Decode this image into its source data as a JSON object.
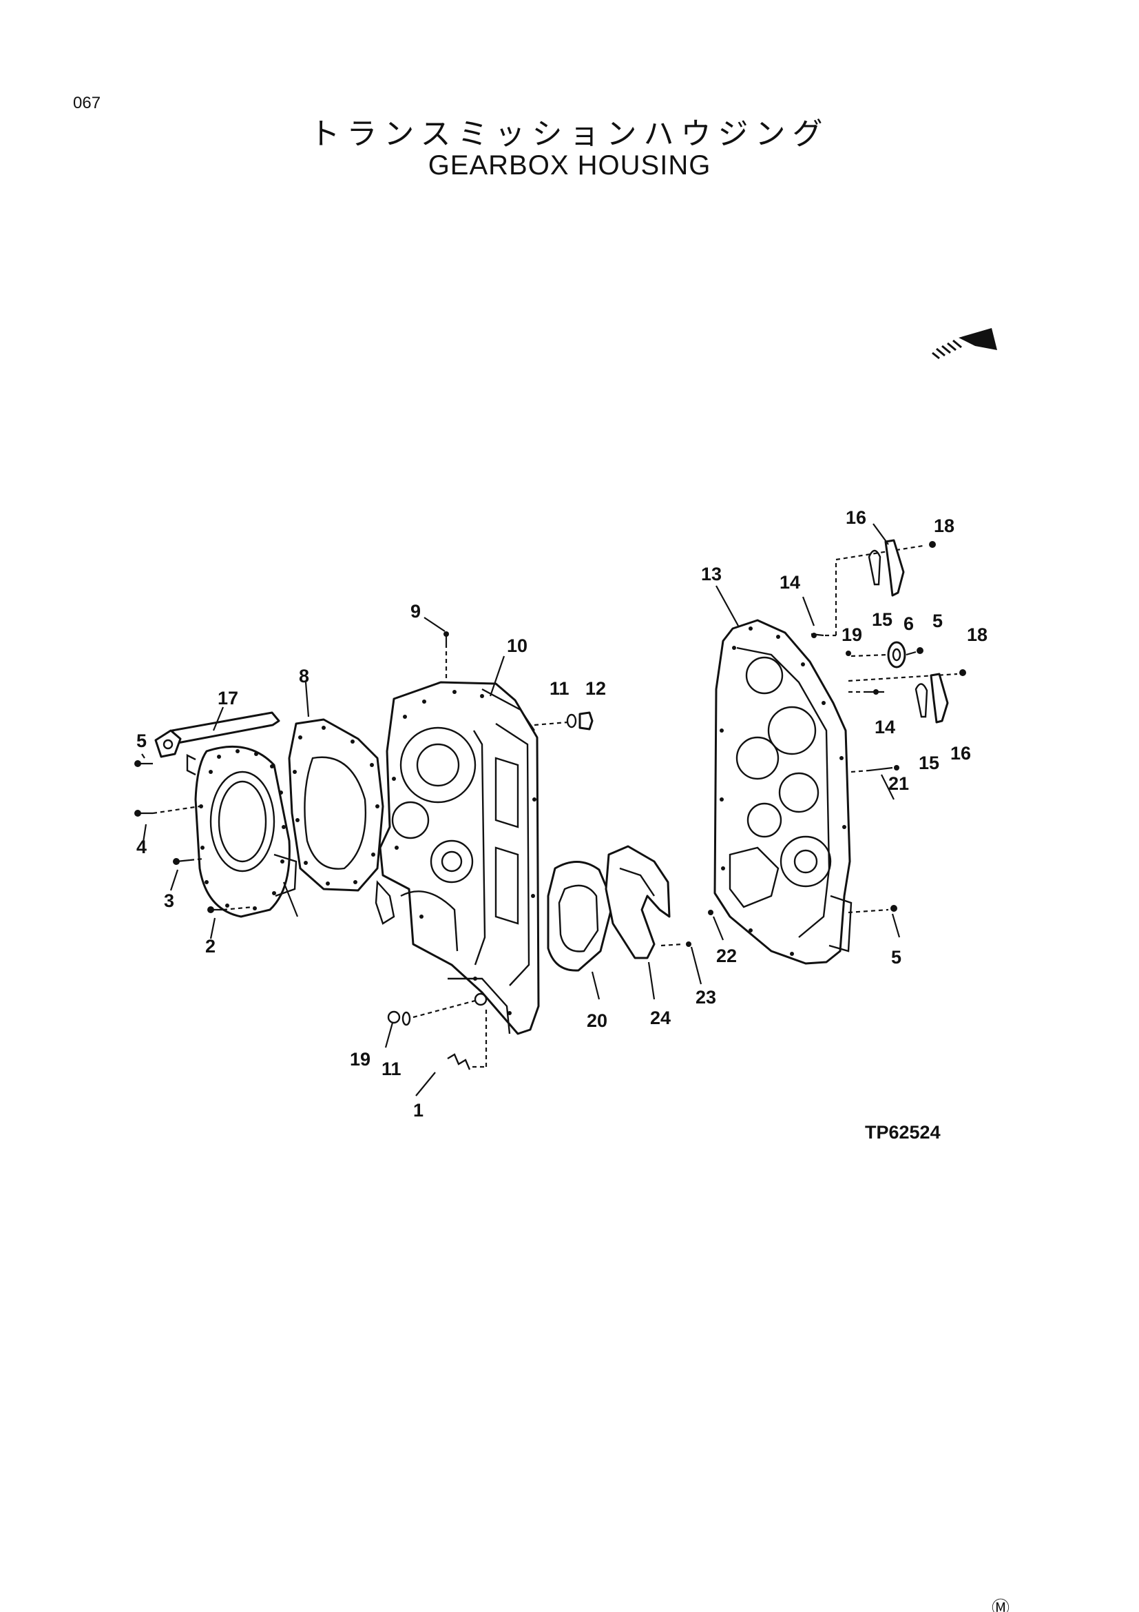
{
  "page": {
    "number": "067",
    "title_jp": "トランスミッションハウジング",
    "title_en": "GEARBOX HOUSING",
    "reference": "TP62524",
    "corner_mark": "Ⓜ"
  },
  "callouts": {
    "c1": "1",
    "c2": "2",
    "c3": "3",
    "c4": "4",
    "c5a": "5",
    "c5b": "5",
    "c5c": "5",
    "c6": "6",
    "c8": "8",
    "c9": "9",
    "c10": "10",
    "c11a": "11",
    "c11b": "11",
    "c12": "12",
    "c13": "13",
    "c14a": "14",
    "c14b": "14",
    "c15a": "15",
    "c15b": "15",
    "c16a": "16",
    "c16b": "16",
    "c17": "17",
    "c18a": "18",
    "c18b": "18",
    "c19a": "19",
    "c19b": "19",
    "c20": "20",
    "c21": "21",
    "c22": "22",
    "c23": "23",
    "c24": "24"
  },
  "icons": {
    "direction": "front-direction-arrow-icon"
  }
}
